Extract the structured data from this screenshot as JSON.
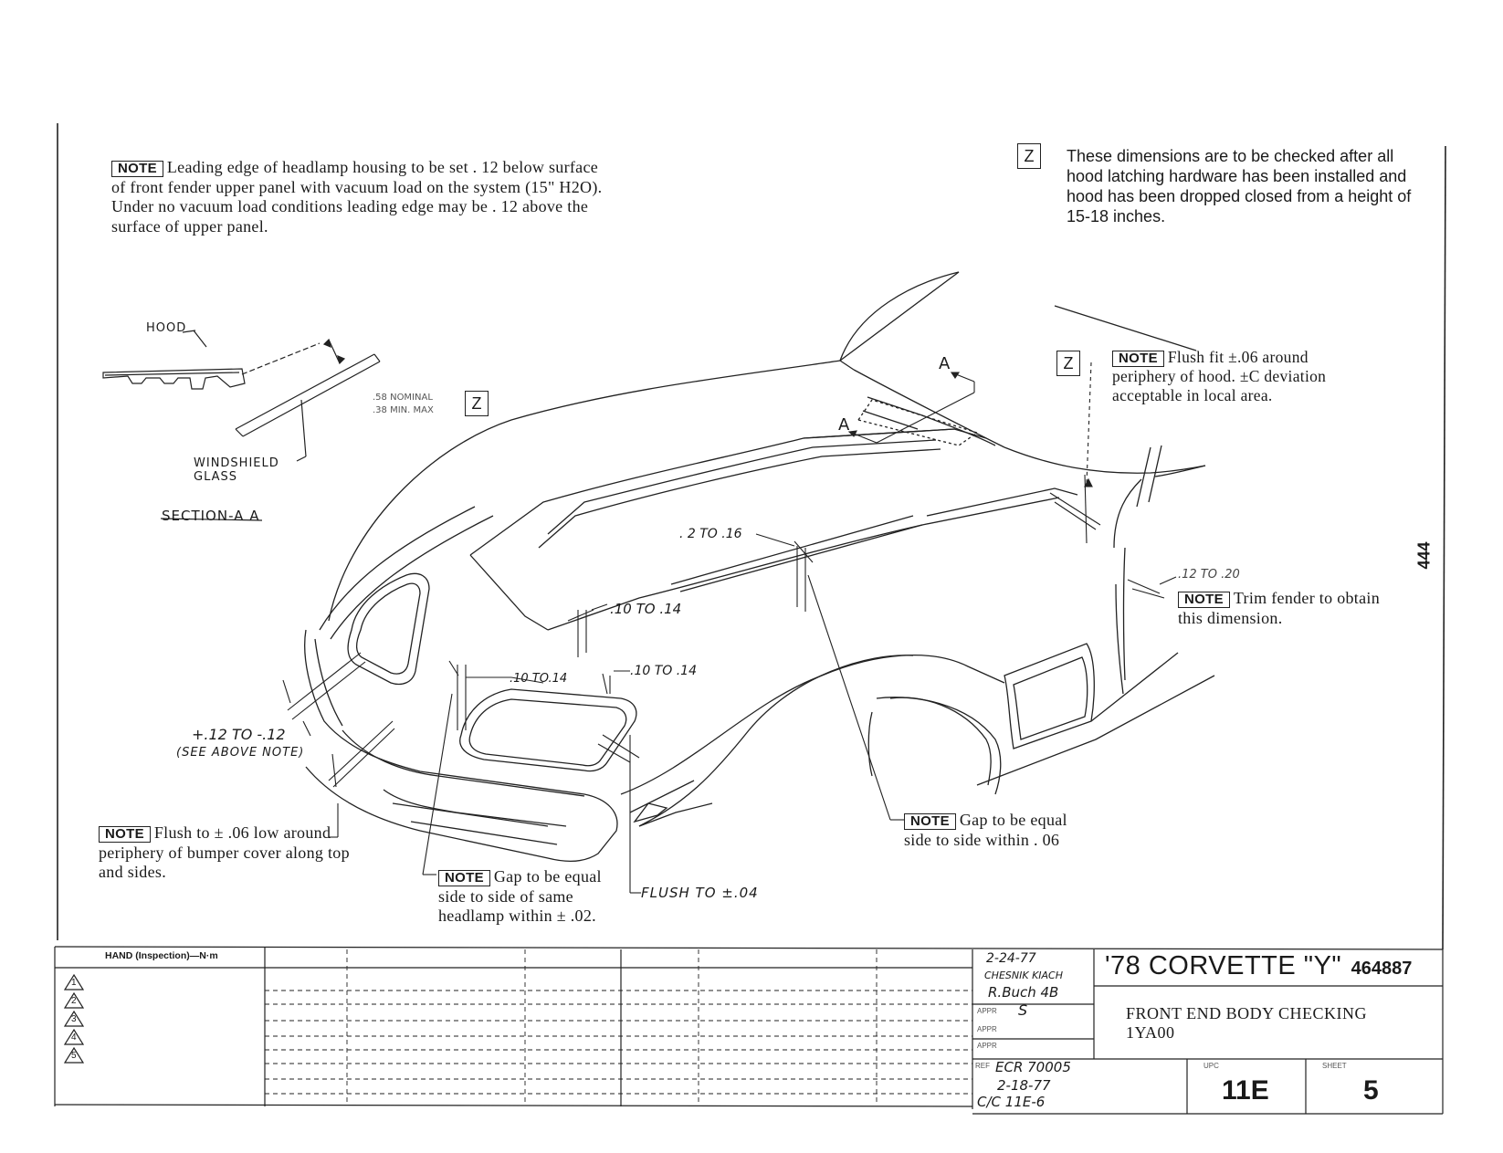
{
  "notes": {
    "headlamp": {
      "tag": "NOTE",
      "text": "Leading edge of headlamp housing to be set . 12 below surface of front fender upper panel with vacuum load on the system (15\" H2O). Under no vacuum load conditions leading edge may be . 12 above the surface of upper panel."
    },
    "z_instruction": {
      "tag": "Z",
      "text": "These dimensions are to be checked after all hood latching hardware has been installed and hood has been dropped closed from a height of 15-18 inches."
    },
    "flush_fit_hood": {
      "z": "Z",
      "tag": "NOTE",
      "text": "Flush fit ±.06 around periphery of hood. ±C deviation acceptable in local area."
    },
    "trim_fender": {
      "tag": "NOTE",
      "text": "Trim fender to obtain this dimension."
    },
    "bumper_flush": {
      "tag": "NOTE",
      "text": "Flush to ± .06 low around periphery of bumper cover along top and sides."
    },
    "headlamp_gap": {
      "tag": "NOTE",
      "text": "Gap to be equal side to side of same headlamp within ± .02."
    },
    "body_gap": {
      "tag": "NOTE",
      "text": "Gap to be equal side to side within . 06"
    }
  },
  "section_aa": {
    "hood_label": "HOOD",
    "glass_label_1": "WINDSHIELD",
    "glass_label_2": "GLASS",
    "title": "SECTION-A A",
    "dim_1": ".58 NOMINAL",
    "dim_2": ".38 MIN. MAX",
    "z": "Z"
  },
  "dimensions": {
    "d1": ". 2 TO .16",
    "d2": ".10 TO .14",
    "d3": ".10 TO.14",
    "d4": ".10 TO .14",
    "d5": "+.12 TO -.12",
    "d5_note": "(SEE ABOVE NOTE)",
    "d6": ".12 TO .20",
    "flush": "FLUSH TO ±.04",
    "section_marker_1": "A",
    "section_marker_2": "A"
  },
  "page_number": "444",
  "title_block": {
    "torque_header": "HAND (Inspection)—N·m",
    "revisions": [
      "1",
      "2",
      "3",
      "4",
      "5"
    ],
    "date_1": "2-24-77",
    "drawn_by": "CHESNIK KIACH",
    "checked_by": "R.Buch 4B",
    "appr_1": "S",
    "appr_label": "APPR",
    "appr_label_2": "APPR",
    "appr_label_3": "APPR",
    "ref_label": "REF",
    "ref_value": "ECR 70005",
    "ref_date": "2-18-77",
    "ref_sub": "C/C 11E-6",
    "model": "'78 CORVETTE \"Y\"",
    "part_number": "464887",
    "title_line_1": "FRONT END BODY CHECKING",
    "title_line_2": "1YA00",
    "upc_label": "UPC",
    "upc_value": "11E",
    "sheet_label": "SHEET",
    "sheet_value": "5"
  }
}
